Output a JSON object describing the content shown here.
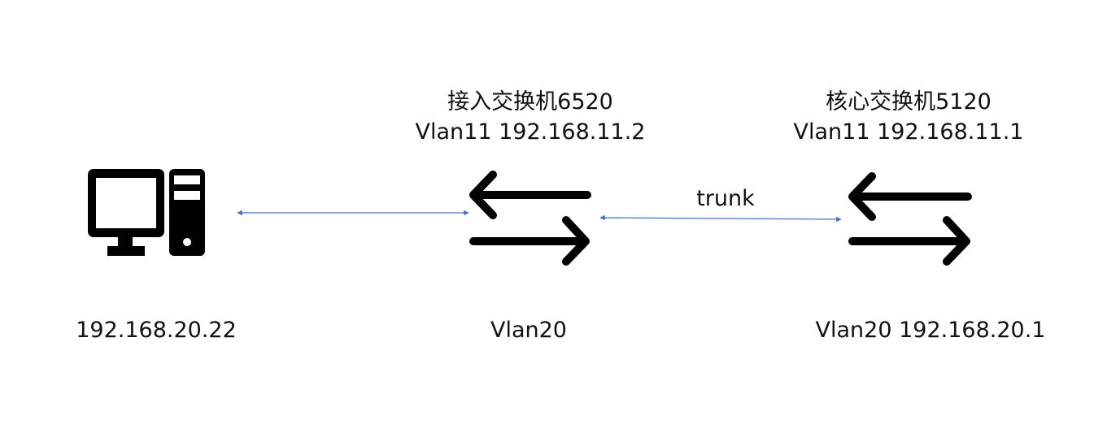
{
  "pc": {
    "ip": "192.168.20.22"
  },
  "access_switch": {
    "name": "接入交换机6520",
    "vlan11": "Vlan11 192.168.11.2",
    "vlan20": "Vlan20"
  },
  "core_switch": {
    "name": "核心交换机5120",
    "vlan11": "Vlan11 192.168.11.1",
    "vlan20": "Vlan20 192.168.20.1"
  },
  "links": {
    "trunk_label": "trunk"
  },
  "colors": {
    "link": "#4472C4",
    "icon": "#000000"
  }
}
